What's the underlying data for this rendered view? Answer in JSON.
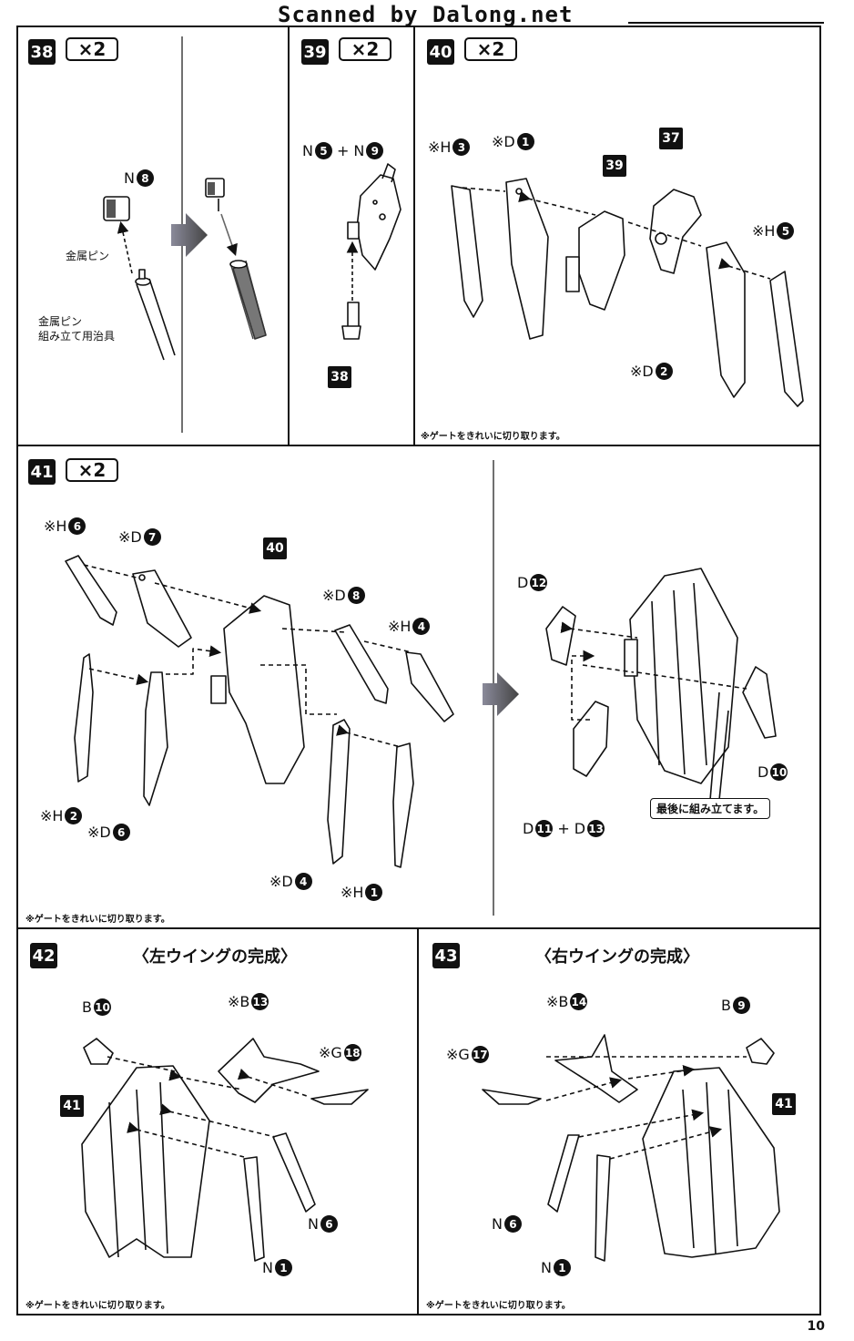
{
  "header": {
    "scan_credit": "Scanned by Dalong.net"
  },
  "steps": {
    "s38": {
      "number": "38",
      "qty": "×2",
      "labels": {
        "part": "N",
        "part_num": "8",
        "pin": "金属ピン",
        "jig_line1": "金属ピン",
        "jig_line2": "組み立て用治具"
      }
    },
    "s39": {
      "number": "39",
      "qty": "×2",
      "labels": {
        "n1": "N",
        "n1_num": "5",
        "plus": "+",
        "n2": "N",
        "n2_num": "9",
        "ref": "38"
      }
    },
    "s40": {
      "number": "40",
      "qty": "×2",
      "labels": {
        "h3": "※H",
        "h3_num": "3",
        "d1": "※D",
        "d1_num": "1",
        "ref39": "39",
        "ref37": "37",
        "h5": "※H",
        "h5_num": "5",
        "d2": "※D",
        "d2_num": "2"
      },
      "note": "※ゲートをきれいに切り取ります。"
    },
    "s41": {
      "number": "41",
      "qty": "×2",
      "labels": {
        "h6": "※H",
        "h6_num": "6",
        "d7": "※D",
        "d7_num": "7",
        "ref40": "40",
        "d8": "※D",
        "d8_num": "8",
        "h4": "※H",
        "h4_num": "4",
        "h2": "※H",
        "h2_num": "2",
        "d6": "※D",
        "d6_num": "6",
        "d4": "※D",
        "d4_num": "4",
        "h1": "※H",
        "h1_num": "1",
        "d12": "D",
        "d12_num": "12",
        "d10": "D",
        "d10_num": "10",
        "d11": "D",
        "d11_num": "11",
        "plus": "+",
        "d13": "D",
        "d13_num": "13",
        "callout": "最後に組み立てます。"
      },
      "note": "※ゲートをきれいに切り取ります。"
    },
    "s42": {
      "number": "42",
      "title": "〈左ウイングの完成〉",
      "labels": {
        "b10": "B",
        "b10_num": "10",
        "b13": "※B",
        "b13_num": "13",
        "g18": "※G",
        "g18_num": "18",
        "ref41": "41",
        "n6": "N",
        "n6_num": "6",
        "n1": "N",
        "n1_num": "1"
      },
      "note": "※ゲートをきれいに切り取ります。"
    },
    "s43": {
      "number": "43",
      "title": "〈右ウイングの完成〉",
      "labels": {
        "b14": "※B",
        "b14_num": "14",
        "b9": "B",
        "b9_num": "9",
        "g17": "※G",
        "g17_num": "17",
        "ref41": "41",
        "n6": "N",
        "n6_num": "6",
        "n1": "N",
        "n1_num": "1"
      },
      "note": "※ゲートをきれいに切り取ります。"
    }
  },
  "page_number": "10"
}
